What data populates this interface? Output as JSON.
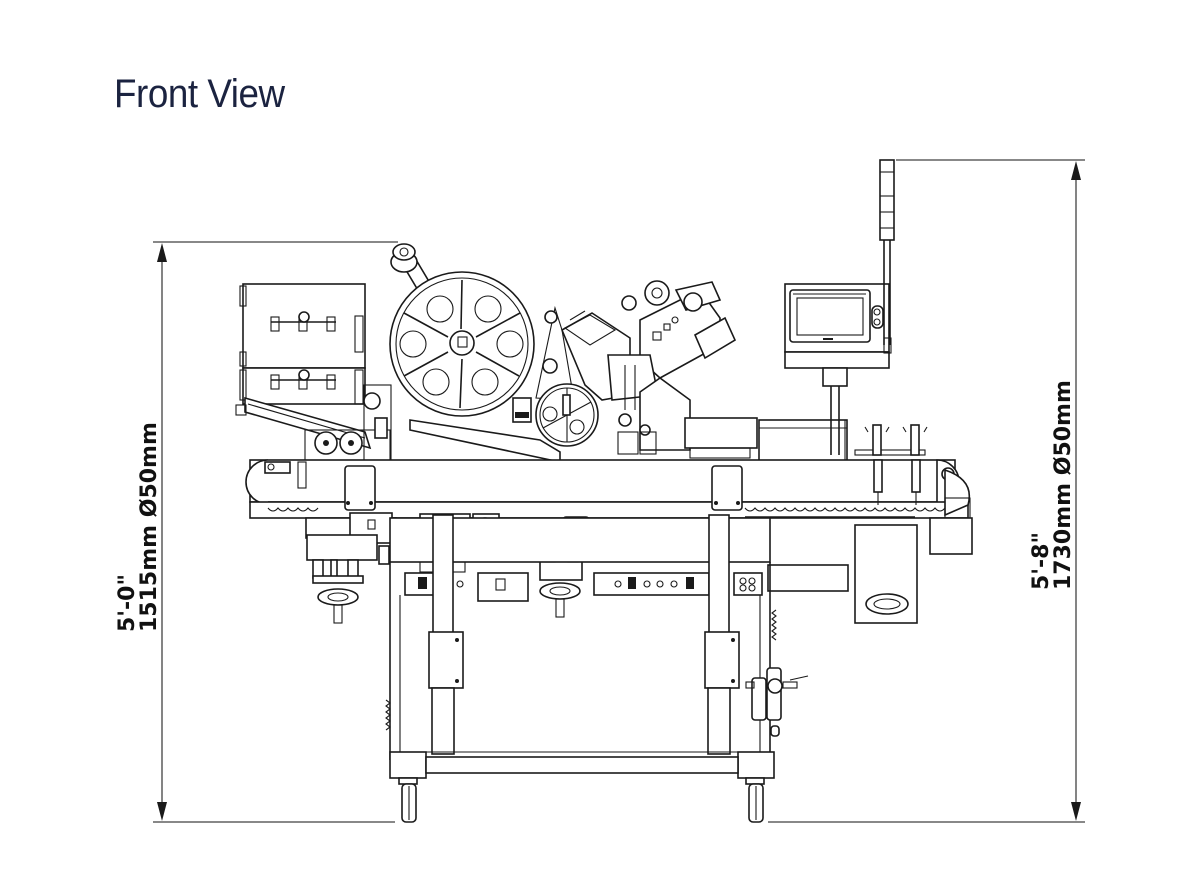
{
  "title": "Front View",
  "dimensions": {
    "left": {
      "imperial": "5'-0\"",
      "metric": "1515mm",
      "tolerance": "Ø50mm",
      "metric_full": "1515mm Ø50mm"
    },
    "right": {
      "imperial": "5'-8\"",
      "metric": "1730mm",
      "tolerance": "Ø50mm",
      "metric_full": "1730mm Ø50mm"
    }
  },
  "drawing": {
    "subject": "labeling-machine-front-view",
    "colors": {
      "line": "#1a1a1a",
      "dimension_line": "#777777",
      "title": "#1b2340",
      "background": "#ffffff"
    }
  }
}
